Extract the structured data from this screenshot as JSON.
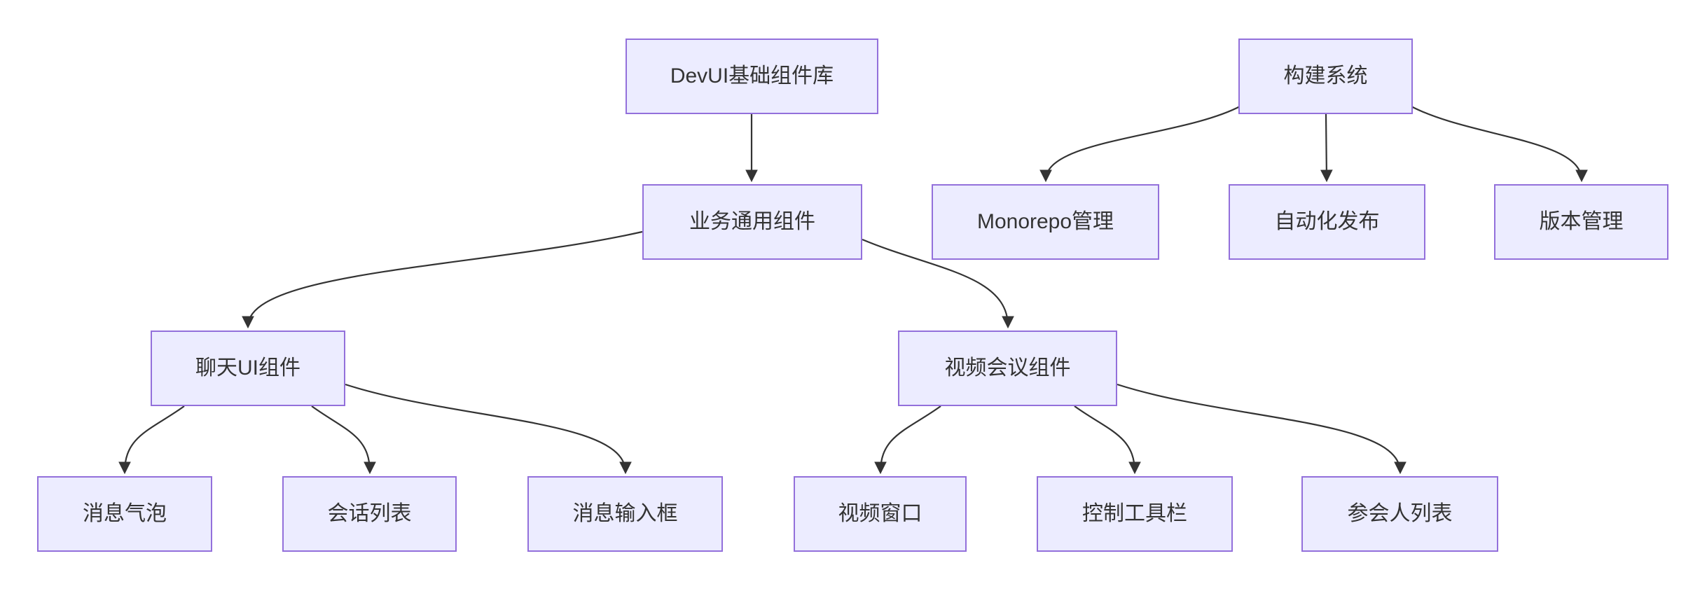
{
  "diagram": {
    "type": "flowchart-top-down",
    "background_color": "#FFFFFF",
    "node_fill_color": "#ECECFF",
    "node_border_color": "#9370DB",
    "node_text_color": "#333333",
    "edge_color": "#333333",
    "nodes": [
      {
        "id": "devui",
        "label": "DevUI基础组件库"
      },
      {
        "id": "build",
        "label": "构建系统"
      },
      {
        "id": "business",
        "label": "业务通用组件"
      },
      {
        "id": "monorepo",
        "label": "Monorepo管理"
      },
      {
        "id": "release",
        "label": "自动化发布"
      },
      {
        "id": "version",
        "label": "版本管理"
      },
      {
        "id": "chat",
        "label": "聊天UI组件"
      },
      {
        "id": "video",
        "label": "视频会议组件"
      },
      {
        "id": "bubble",
        "label": "消息气泡"
      },
      {
        "id": "conversation",
        "label": "会话列表"
      },
      {
        "id": "input",
        "label": "消息输入框"
      },
      {
        "id": "window",
        "label": "视频窗口"
      },
      {
        "id": "toolbar",
        "label": "控制工具栏"
      },
      {
        "id": "participant",
        "label": "参会人列表"
      }
    ],
    "edges": [
      {
        "from": "devui",
        "to": "business"
      },
      {
        "from": "build",
        "to": "monorepo"
      },
      {
        "from": "build",
        "to": "release"
      },
      {
        "from": "build",
        "to": "version"
      },
      {
        "from": "business",
        "to": "chat"
      },
      {
        "from": "business",
        "to": "video"
      },
      {
        "from": "chat",
        "to": "bubble"
      },
      {
        "from": "chat",
        "to": "conversation"
      },
      {
        "from": "chat",
        "to": "input"
      },
      {
        "from": "video",
        "to": "window"
      },
      {
        "from": "video",
        "to": "toolbar"
      },
      {
        "from": "video",
        "to": "participant"
      }
    ]
  }
}
